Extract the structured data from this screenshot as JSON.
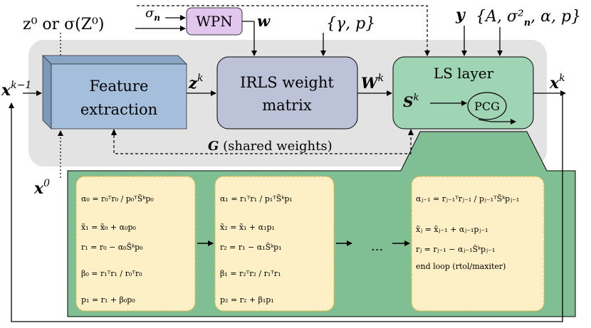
{
  "top": {
    "z_input": "z⁰ or σ(Z⁰)",
    "sigma_n": "σ",
    "sigma_n_sub": "n",
    "wpn": "WPN",
    "w": "w",
    "gamma_p": "{γ, p}",
    "y": "y",
    "params": "{A, σ²",
    "params_sub": "n",
    "params_tail": ", α, p}"
  },
  "blocks": {
    "feature_line1": "Feature",
    "feature_line2": "extraction",
    "irls_line1": "IRLS weight",
    "irls_line2": "matrix",
    "ls": "LS layer",
    "pcg": "PCG"
  },
  "signals": {
    "x_in": "x",
    "x_in_sup": "k−1",
    "z_k": "z",
    "z_k_sup": "k",
    "W_k": "W",
    "W_k_sup": "k",
    "S_k": "S",
    "S_k_sup": "k",
    "x_out": "x",
    "x_out_sup": "k",
    "x0": "x",
    "x0_sup": "0",
    "G": "G",
    "G_text": " (shared weights)"
  },
  "pcg_steps": {
    "col1": [
      "α₀ = r₀ᵀr₀ / p₀ᵀS̃ᵏp₀",
      "x̃₁ = x̃₀ + α₀p₀",
      "r₁ = r₀ − α₀S̃ᵏp₀",
      "β₀ = r₁ᵀr₁ / r₀ᵀr₀",
      "p₁ = r₁ + β₀p₀"
    ],
    "col2": [
      "α₁ = r₁ᵀr₁ / p₁ᵀS̃ᵏp₁",
      "x̃₂ = x̃₁ + α₁p₁",
      "r₂ = r₁ − α₁S̃ᵏp₁",
      "β₁ = r₂ᵀr₂ / r₁ᵀr₁",
      "p₂ = r₂ + β₁p₁"
    ],
    "ellipsis": "...",
    "col3": [
      "αⱼ₋₁ = rⱼ₋₁ᵀrⱼ₋₁ / pⱼ₋₁ᵀS̃ᵏpⱼ₋₁",
      "x̃ⱼ = x̃ⱼ₋₁ + αⱼ₋₁pⱼ₋₁",
      "rⱼ = rⱼ₋₁ − αⱼ₋₁S̃ᵏpⱼ₋₁",
      "end loop (rtol/maxiter)"
    ]
  },
  "colors": {
    "gray_bg": "#e3e3e3",
    "feature": "#a4bedb",
    "irls": "#bcc3d8",
    "ls_green": "#9fd4b4",
    "pcg_panel": "#7fbf93",
    "wpn": "#e3c6ee",
    "step_box": "#fdf0c6",
    "step_border": "#e8b94a"
  }
}
